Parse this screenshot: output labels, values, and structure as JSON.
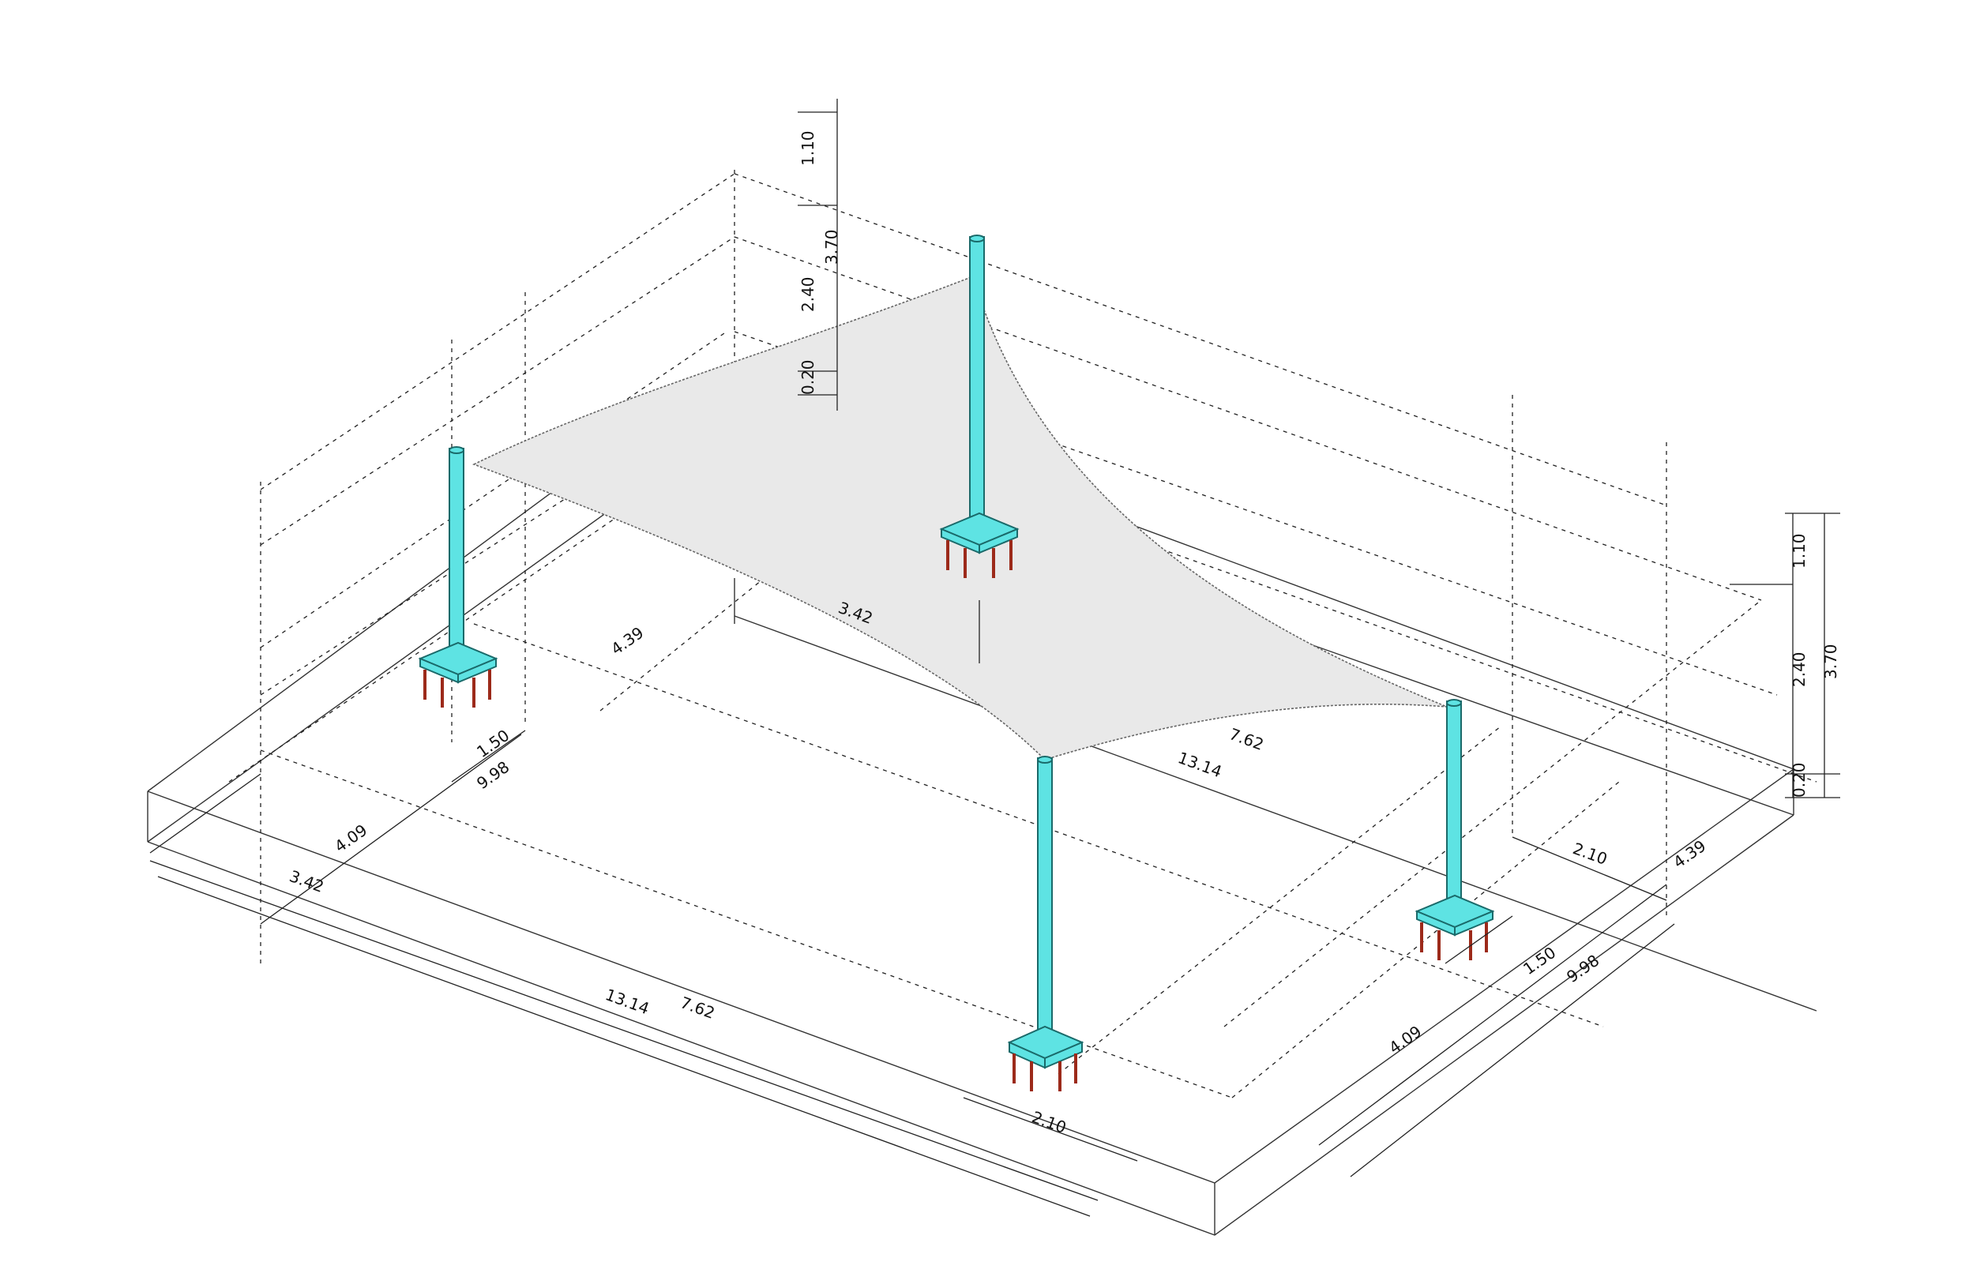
{
  "colors": {
    "column": "#5ee3e3",
    "column_outline": "#1a6a6a",
    "membrane": "#e9e9e9",
    "anchor": "#9c2a1a",
    "line": "#333333"
  },
  "dimensions": {
    "top_v_110": "1.10",
    "top_v_370": "3.70",
    "top_v_240": "2.40",
    "top_v_020": "0.20",
    "right_v_110": "1.10",
    "right_v_240": "2.40",
    "right_v_370": "3.70",
    "right_v_020": "0.20",
    "mid_342": "3.42",
    "mid_439": "4.39",
    "mid_150": "1.50",
    "mid_998": "9.98",
    "mid_762": "7.62",
    "mid_1314": "13.14",
    "left_409": "4.09",
    "left_342": "3.42",
    "front_762": "7.62",
    "front_1314": "13.14",
    "front_210": "2.10",
    "right_210": "2.10",
    "right_439": "4.39",
    "right_150": "1.50",
    "right_998": "9.98",
    "right_409": "4.09"
  }
}
